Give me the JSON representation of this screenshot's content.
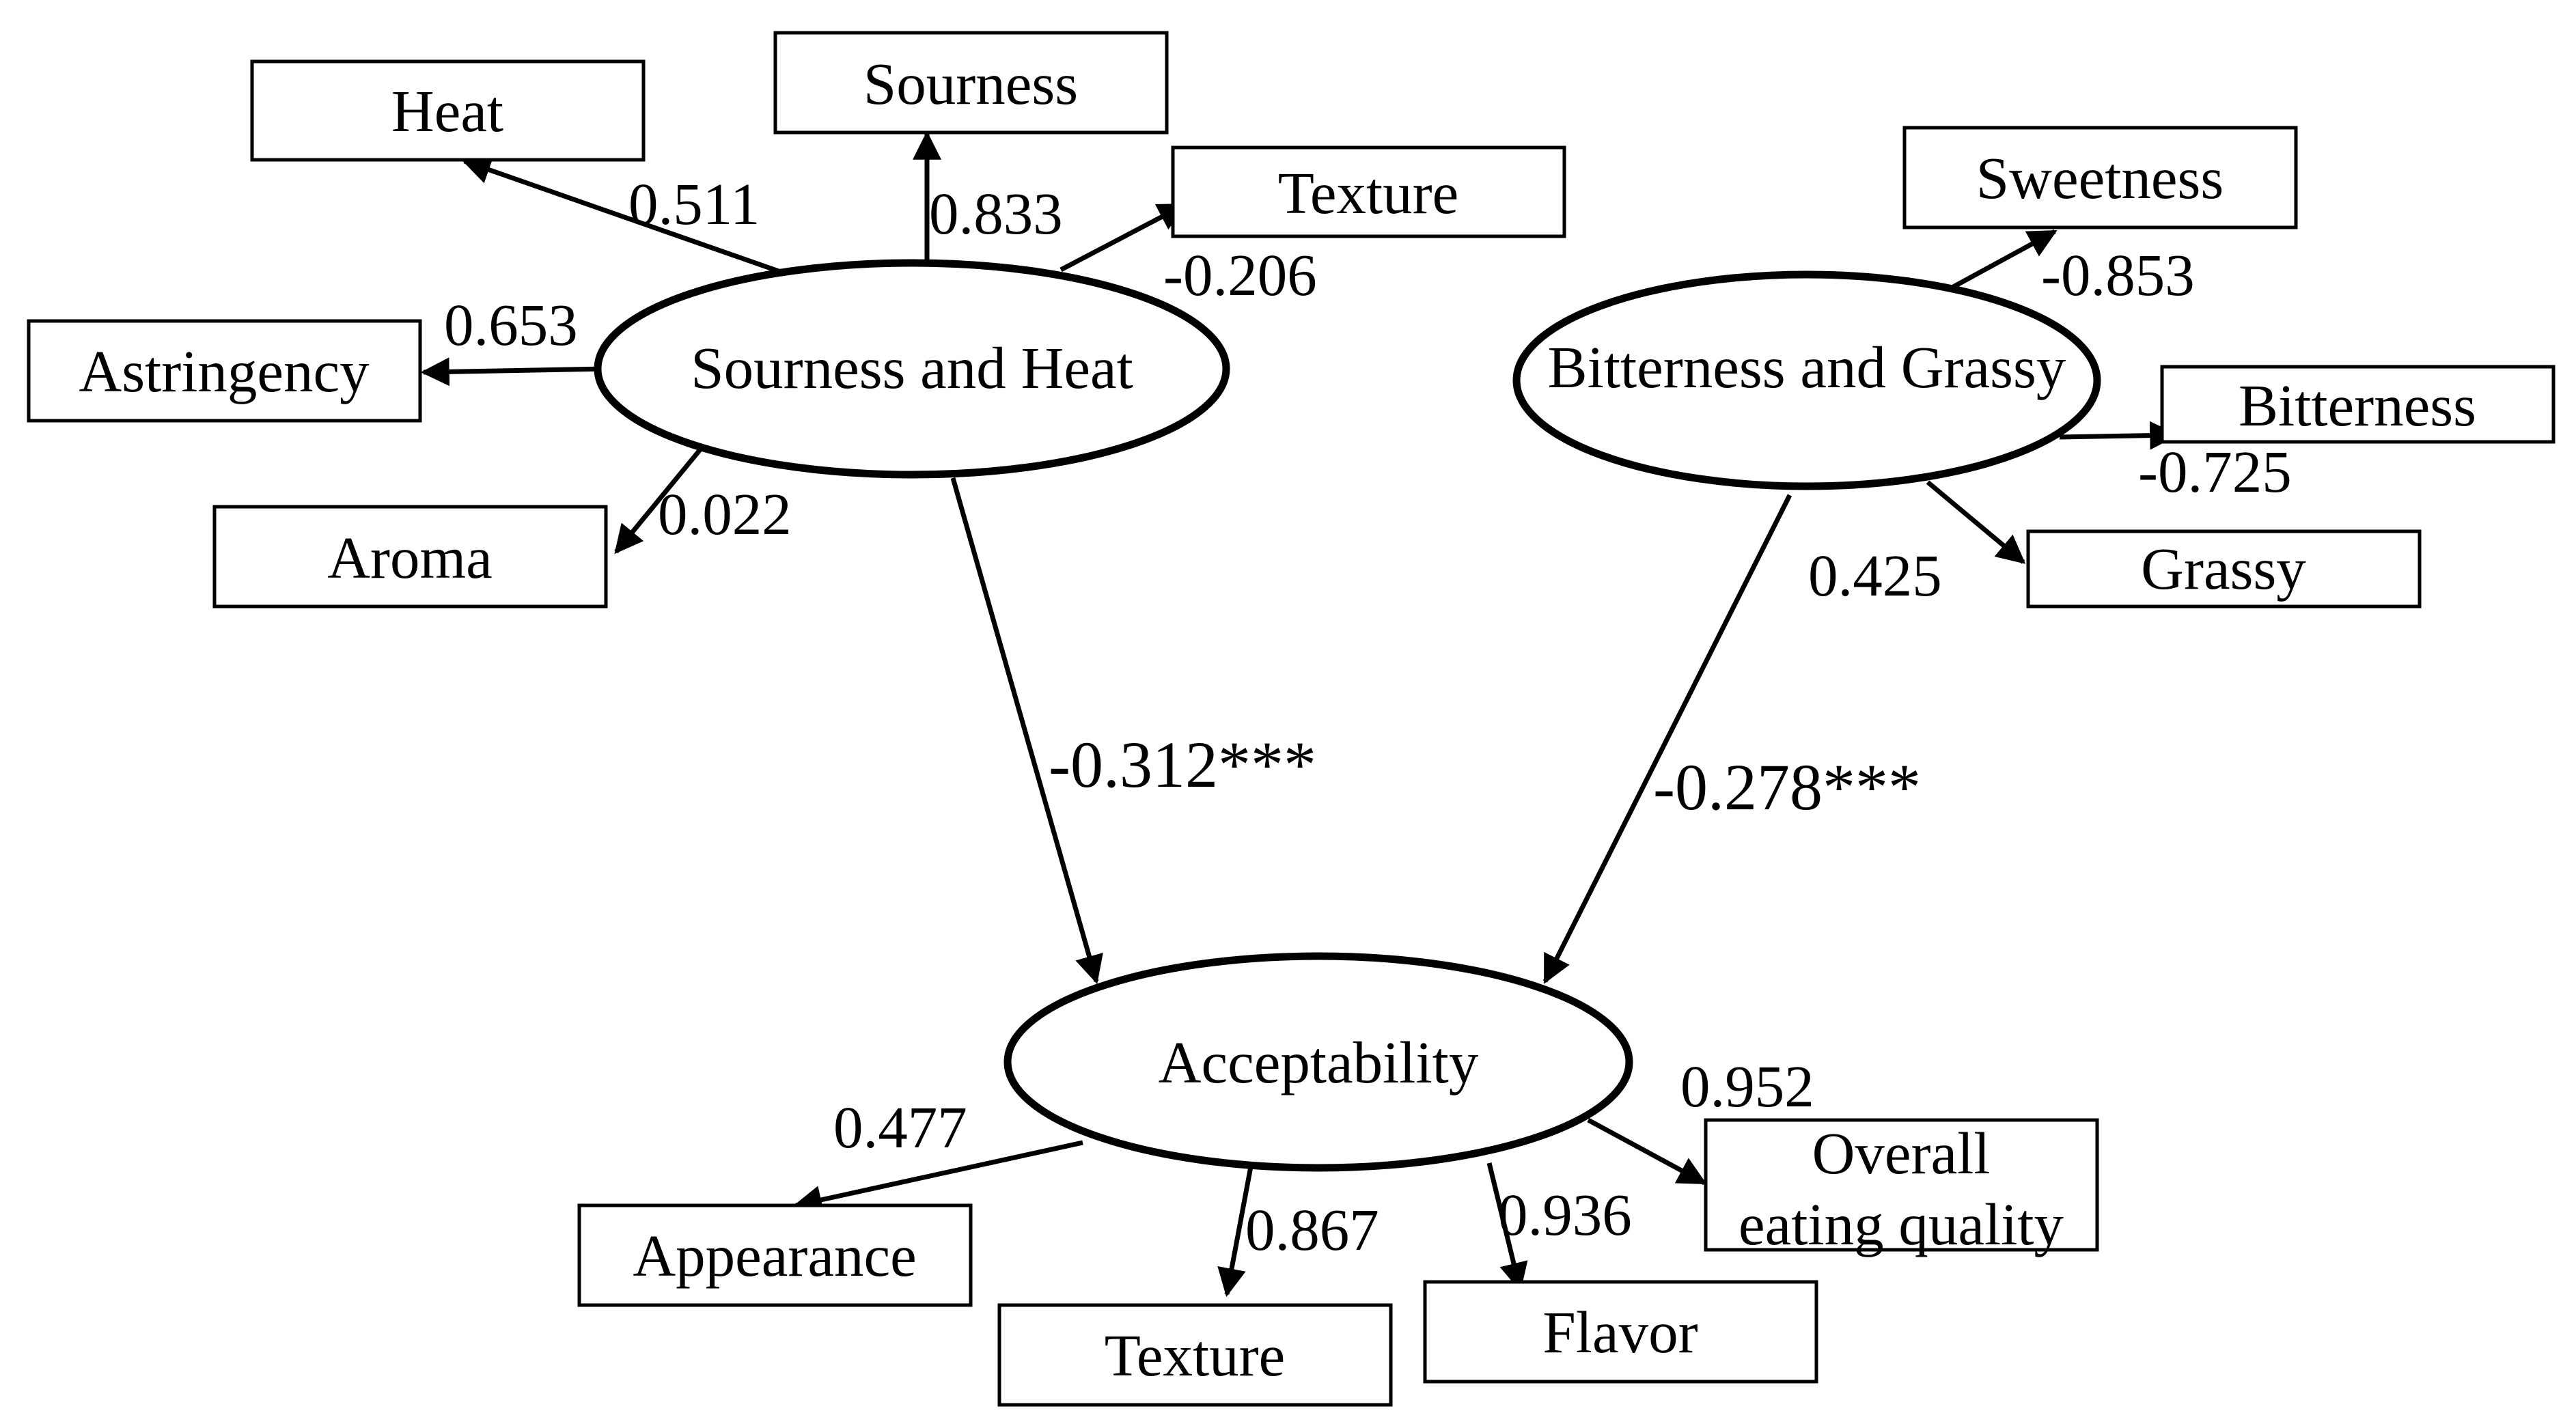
{
  "latent": {
    "sourness_heat": "Sourness and Heat",
    "bitterness_grassy": "Bitterness and Grassy",
    "acceptability": "Acceptability"
  },
  "indicators": {
    "heat": "Heat",
    "sourness": "Sourness",
    "texture_top": "Texture",
    "astringency": "Astringency",
    "aroma": "Aroma",
    "sweetness": "Sweetness",
    "bitterness": "Bitterness",
    "grassy": "Grassy",
    "appearance": "Appearance",
    "texture_bottom": "Texture",
    "flavor": "Flavor",
    "overall_line1": "Overall",
    "overall_line2": "eating quality"
  },
  "coefficients": {
    "heat": "0.511",
    "sourness": "0.833",
    "texture_top": "-0.206",
    "astringency": "0.653",
    "aroma": "0.022",
    "sweetness": "-0.853",
    "bitterness": "-0.725",
    "grassy": "0.425",
    "sh_to_acceptability": "-0.312***",
    "bg_to_acceptability": "-0.278***",
    "appearance": "0.477",
    "texture_bottom": "0.867",
    "flavor": "0.936",
    "overall": "0.952"
  }
}
